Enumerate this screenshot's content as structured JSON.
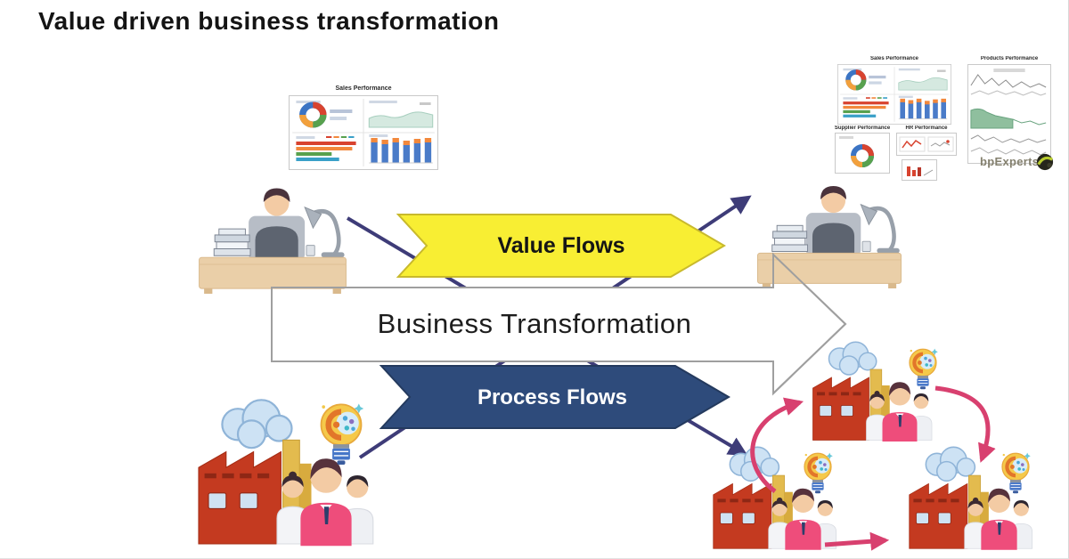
{
  "title": "Value driven business transformation",
  "flows": {
    "value": "Value Flows",
    "transformation": "Business Transformation",
    "process": "Process Flows"
  },
  "dashboards": {
    "left_sales": "Sales Performance",
    "right_sales": "Sales Performance",
    "products": "Products Performance",
    "supplier": "Supplier Performance",
    "hr": "HR Performance"
  },
  "logo": "bpExperts",
  "illustrations": [
    "person-at-desk",
    "analytics-dashboard",
    "factory-with-team",
    "idea-lightbulb",
    "transformation-cycle"
  ],
  "colors": {
    "value_fill": "#f8ee33",
    "value_border": "#c8b92c",
    "process_fill": "#2e4b7b",
    "process_border": "#243a5e",
    "transform_fill": "#ffffff",
    "transform_border": "#9f9f9f",
    "connector": "#3e3c78",
    "cycle_arrow": "#d8406f",
    "title_color": "#141414"
  }
}
